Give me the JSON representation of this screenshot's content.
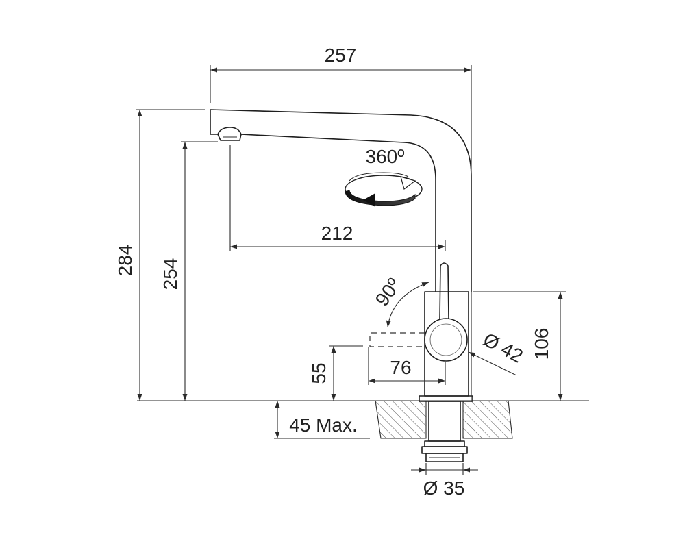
{
  "dimensions": {
    "overall_reach": "257",
    "overall_height": "284",
    "outlet_height": "254",
    "spout_reach": "212",
    "body_height": "106",
    "body_diameter": "Ø 42",
    "lever_height": "55",
    "lever_travel": "76",
    "max_counter_thickness": "45 Max.",
    "mounting_diameter": "Ø 35",
    "spout_rotation": "360º",
    "lever_rotation": "90º"
  }
}
